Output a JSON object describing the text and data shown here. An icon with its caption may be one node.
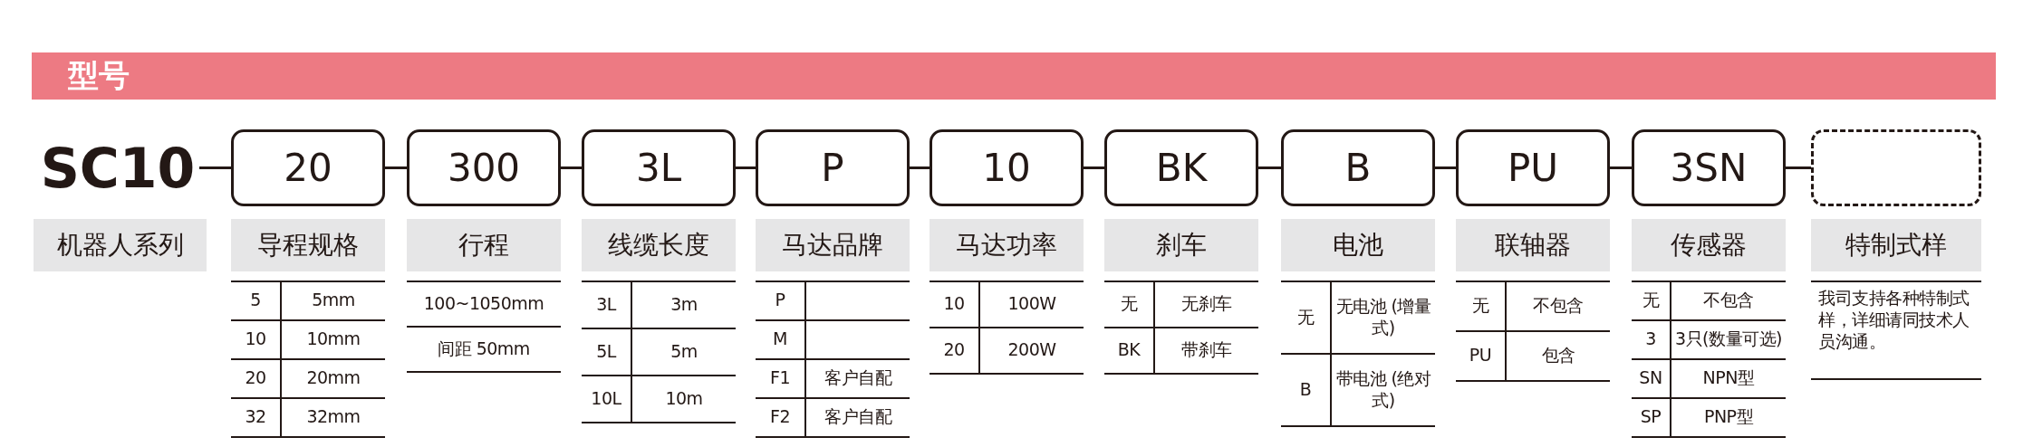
{
  "diagram": {
    "title": "型号",
    "nodes": [
      {
        "text": [
          "SC10"
        ]
      },
      {
        "text": [
          "20"
        ]
      },
      {
        "text": [
          "300"
        ]
      },
      {
        "text": [
          "3L"
        ]
      },
      {
        "text": [
          "P"
        ]
      },
      {
        "text": [
          "10"
        ]
      },
      {
        "text": [
          "BK"
        ]
      },
      {
        "text": [
          "B"
        ]
      },
      {
        "text": [
          "PU"
        ]
      },
      {
        "text": [
          "3SN"
        ]
      },
      {
        "text": [],
        "shape": "box"
      }
    ],
    "edges": [
      {
        "from": 0,
        "to": 1,
        "arrow": "none"
      },
      {
        "from": 1,
        "to": 2,
        "arrow": "none"
      },
      {
        "from": 2,
        "to": 3,
        "arrow": "none"
      },
      {
        "from": 3,
        "to": 4,
        "arrow": "none"
      },
      {
        "from": 4,
        "to": 5,
        "arrow": "none"
      },
      {
        "from": 5,
        "to": 6,
        "arrow": "none"
      },
      {
        "from": 6,
        "to": 7,
        "arrow": "none"
      },
      {
        "from": 7,
        "to": 8,
        "arrow": "none"
      },
      {
        "from": 8,
        "to": 9,
        "arrow": "none"
      },
      {
        "from": 9,
        "to": 10,
        "arrow": "none"
      }
    ],
    "labels": [
      "机器人系列",
      "导程规格",
      "5",
      "5mm",
      "10",
      "10mm",
      "20",
      "20mm",
      "32",
      "32mm",
      "行程",
      "100~1050mm",
      "间距 50mm",
      "线缆长度",
      "3L",
      "3m",
      "5L",
      "5m",
      "10L",
      "10m",
      "马达品牌",
      "P",
      "M",
      "F1",
      "客户自配",
      "F2",
      "客户自配",
      "马达功率",
      "10",
      "100W",
      "20",
      "200W",
      "刹车",
      "无",
      "无刹车",
      "BK",
      "带刹车",
      "电池",
      "无",
      "无电池 (增量式)",
      "B",
      "带电池 (绝对式)",
      "联轴器",
      "无",
      "不包含",
      "PU",
      "包含",
      "传感器",
      "无",
      "不包含",
      "3",
      "3只(数量可选)",
      "SN",
      "NPN型",
      "SP",
      "PNP型",
      "特制式样",
      "我司支持各种特制式样，详细请同技术人员沟通。"
    ]
  }
}
